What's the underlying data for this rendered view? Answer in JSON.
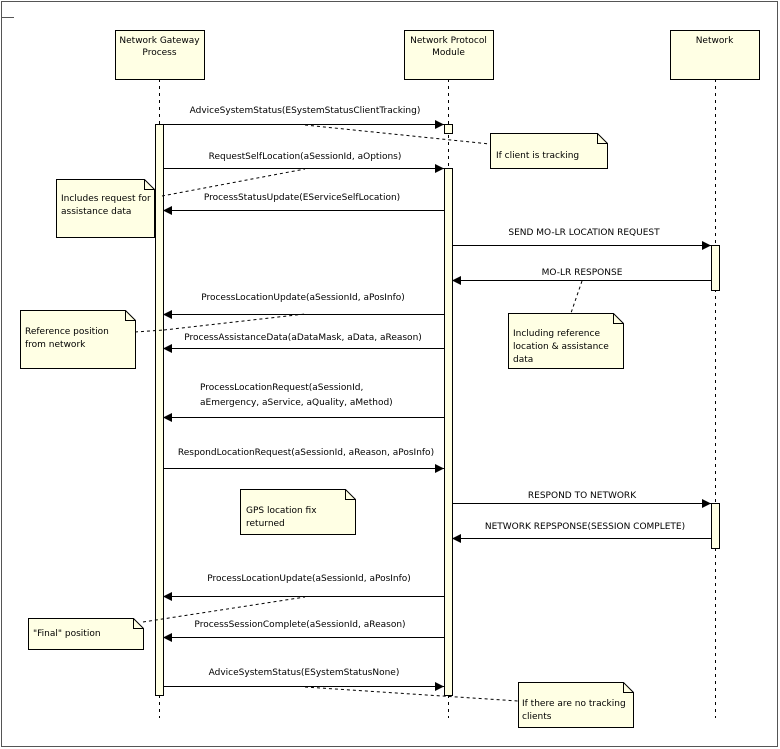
{
  "diagram": {
    "type": "sequence",
    "lifelines": [
      {
        "id": "ngp",
        "lines": [
          "Network Gateway",
          "Process"
        ]
      },
      {
        "id": "npm",
        "lines": [
          "Network Protocol",
          "Module"
        ]
      },
      {
        "id": "net",
        "lines": [
          "Network"
        ]
      }
    ],
    "messages": [
      {
        "from": "ngp",
        "to": "npm",
        "lines": [
          "AdviceSystemStatus(ESystemStatusClientTracking)"
        ]
      },
      {
        "from": "ngp",
        "to": "npm",
        "lines": [
          "RequestSelfLocation(aSessionId, aOptions)"
        ]
      },
      {
        "from": "npm",
        "to": "ngp",
        "lines": [
          "ProcessStatusUpdate(EServiceSelfLocation)"
        ]
      },
      {
        "from": "npm",
        "to": "net",
        "lines": [
          "SEND MO-LR LOCATION REQUEST"
        ]
      },
      {
        "from": "net",
        "to": "npm",
        "lines": [
          "MO-LR RESPONSE"
        ]
      },
      {
        "from": "npm",
        "to": "ngp",
        "lines": [
          "ProcessLocationUpdate(aSessionId, aPosInfo)"
        ]
      },
      {
        "from": "npm",
        "to": "ngp",
        "lines": [
          "ProcessAssistanceData(aDataMask, aData, aReason)"
        ]
      },
      {
        "from": "npm",
        "to": "ngp",
        "lines": [
          "ProcessLocationRequest(aSessionId,",
          "aEmergency, aService, aQuality, aMethod)"
        ]
      },
      {
        "from": "ngp",
        "to": "npm",
        "lines": [
          "RespondLocationRequest(aSessionId, aReason, aPosInfo)"
        ]
      },
      {
        "from": "npm",
        "to": "net",
        "lines": [
          "RESPOND TO NETWORK"
        ]
      },
      {
        "from": "net",
        "to": "npm",
        "lines": [
          "NETWORK REPSPONSE(SESSION COMPLETE)"
        ]
      },
      {
        "from": "npm",
        "to": "ngp",
        "lines": [
          "ProcessLocationUpdate(aSessionId, aPosInfo)"
        ]
      },
      {
        "from": "npm",
        "to": "ngp",
        "lines": [
          "ProcessSessionComplete(aSessionId, aReason)"
        ]
      },
      {
        "from": "ngp",
        "to": "npm",
        "lines": [
          "AdviceSystemStatus(ESystemStatusNone)"
        ]
      }
    ],
    "notes": [
      {
        "lines": [
          "If client is tracking"
        ]
      },
      {
        "lines": [
          "Includes request for",
          "assistance data"
        ]
      },
      {
        "lines": [
          "Reference position",
          "from network"
        ]
      },
      {
        "lines": [
          "Including reference",
          "location & assistance",
          "data"
        ]
      },
      {
        "lines": [
          "GPS location fix",
          "returned"
        ]
      },
      {
        "lines": [
          "\"Final\" position"
        ]
      },
      {
        "lines": [
          "If there are no tracking",
          "clients"
        ]
      }
    ],
    "colors": {
      "box_fill": "#ffffe4",
      "stroke": "#000000",
      "activation_fill": "#ffffe4"
    }
  }
}
